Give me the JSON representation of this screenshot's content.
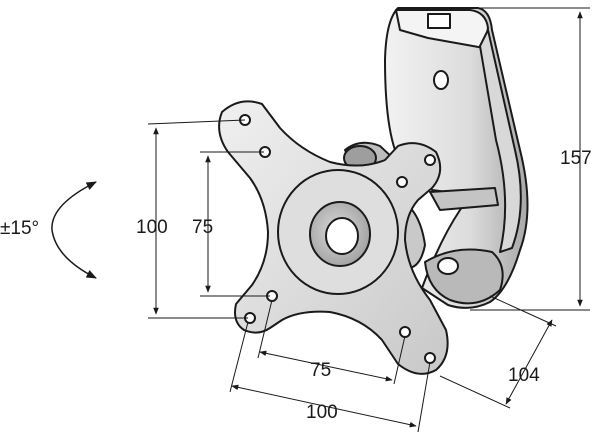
{
  "dimensions": {
    "tilt": "±15°",
    "outer_vertical": "100",
    "inner_vertical": "75",
    "inner_horizontal": "75",
    "outer_horizontal": "100",
    "height": "157",
    "depth": "104"
  },
  "colors": {
    "stroke": "#1a1a1a",
    "metal_light": "#e6e6e6",
    "metal_mid": "#cfcfcf",
    "metal_dark": "#9a9a9a",
    "background": "#ffffff"
  }
}
